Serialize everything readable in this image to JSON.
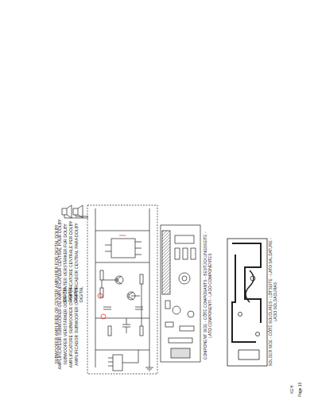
{
  "diagram": {
    "title": "SUBWOOFER AMPLIFIER OR CENTER AMPLIFIER FOR DIGITAL DOLBY",
    "labels": [
      "AMPLIFICATEUR SUBWOOFER OU AMPLIFICATEUR CENTRAL POUR DOLBY DIGITAL",
      "SUBWOOFER VERSTÄRKER ODER CENTER VERSTÄRKER FÜR DOLBY DIGITAL",
      "AMPLIFICATORE SUBWOOFER O AMPLIFICATORE CENTRALE PER DOLBY DIGITAL",
      "AMPLIFICADOR SUBWOOFER O AMPLIFICADOR CENTRAL PARA DOLBY DIGITAL",
      "COMPONENT SIDE - CÔTÉ COMPOSANTS - BESTÜCKUNGSSEITE - LATO COMPONENTI - LADO COMPONENTES",
      "SOLDER SIDE - CÔTÉ SOUDURES - LÖTSEITE - LATO SALDATURE - LADO SOLDADURAS",
      "KEH",
      "Page 10"
    ]
  }
}
